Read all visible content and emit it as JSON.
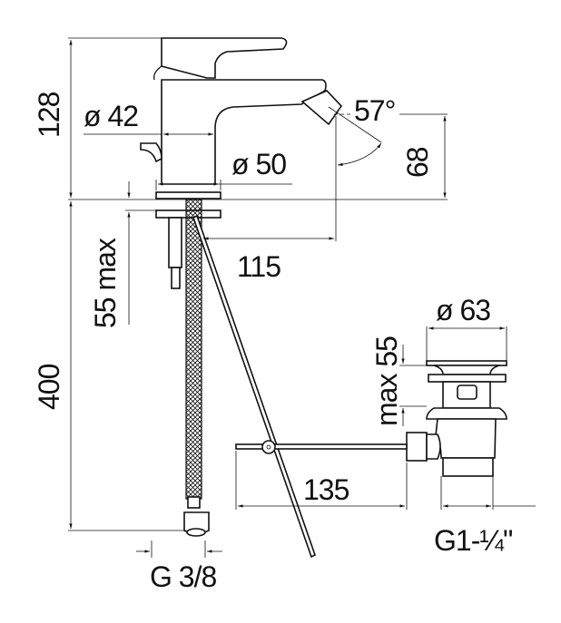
{
  "dimensions": {
    "lever_height": "128",
    "body_diameter": "ø 42",
    "base_diameter": "ø 50",
    "spout_angle": "57°",
    "spout_height": "68",
    "spout_reach": "115",
    "max_deck_thickness": "55 max",
    "hose_length": "400",
    "hose_connection": "G 3/8",
    "drain_diameter": "ø 63",
    "drain_max_thickness": "max 55",
    "rod_length": "135",
    "drain_thread": "G1-¼\""
  }
}
